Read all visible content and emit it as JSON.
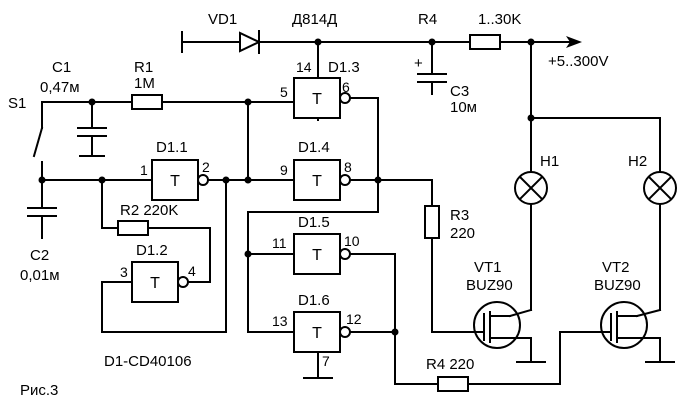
{
  "labels": {
    "vd1": "VD1",
    "zener": "Д814Д",
    "r4_top": "R4",
    "r4_top_val": "1..30K",
    "supply": "+5..300V",
    "c1": "C1",
    "c1_val": "0,47м",
    "r1": "R1",
    "r1_val": "1M",
    "s1": "S1",
    "c3": "C3",
    "c3_val": "10м",
    "c3_plus": "+",
    "d13": "D1.3",
    "d11": "D1.1",
    "d14": "D1.4",
    "d15": "D1.5",
    "d16": "D1.6",
    "d12": "D1.2",
    "r2": "R2 220K",
    "r3": "R3",
    "r3_val": "220",
    "h1": "H1",
    "h2": "H2",
    "vt1": "VT1",
    "vt1_type": "BUZ90",
    "vt2": "VT2",
    "vt2_type": "BUZ90",
    "c2": "C2",
    "c2_val": "0,01м",
    "r4_bot": "R4 220",
    "ic_type": "D1-CD40106",
    "fig": "Рис.3"
  },
  "gate_symbol": "T",
  "pins": {
    "p14": "14",
    "p5": "5",
    "p6": "6",
    "p1": "1",
    "p2": "2",
    "p9": "9",
    "p8": "8",
    "p11": "11",
    "p10": "10",
    "p3": "3",
    "p4": "4",
    "p13": "13",
    "p12": "12",
    "p7": "7"
  },
  "colors": {
    "ink": "#000000",
    "background": "#ffffff"
  }
}
